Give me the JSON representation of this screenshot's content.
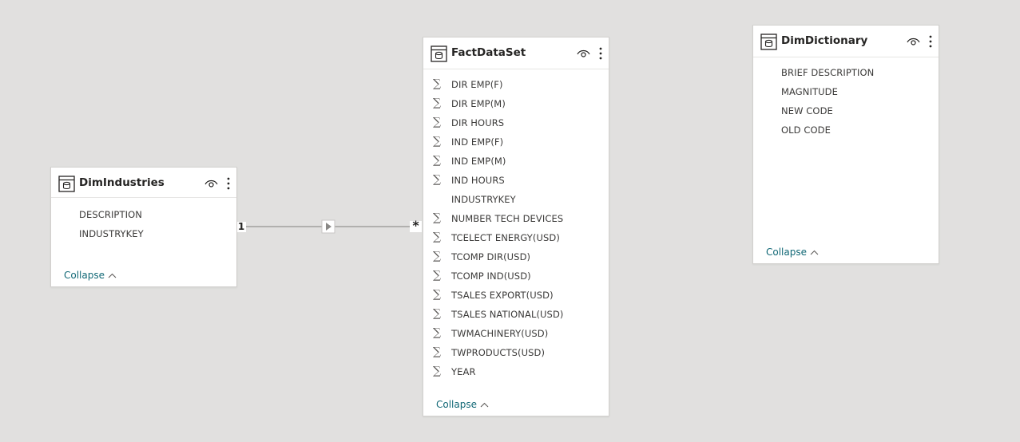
{
  "tables": {
    "industries": {
      "title": "DimIndustries",
      "fields": [
        "DESCRIPTION",
        "INDUSTRYKEY"
      ],
      "collapse_label": "Collapse"
    },
    "fact": {
      "title": "FactDataSet",
      "fields": [
        {
          "name": "DIR EMP(F)",
          "sum": true
        },
        {
          "name": "DIR EMP(M)",
          "sum": true
        },
        {
          "name": "DIR HOURS",
          "sum": true
        },
        {
          "name": "IND EMP(F)",
          "sum": true
        },
        {
          "name": "IND EMP(M)",
          "sum": true
        },
        {
          "name": "IND HOURS",
          "sum": true
        },
        {
          "name": "INDUSTRYKEY",
          "sum": false
        },
        {
          "name": "NUMBER TECH DEVICES",
          "sum": true
        },
        {
          "name": "TCELECT ENERGY(USD)",
          "sum": true
        },
        {
          "name": "TCOMP DIR(USD)",
          "sum": true
        },
        {
          "name": "TCOMP IND(USD)",
          "sum": true
        },
        {
          "name": "TSALES EXPORT(USD)",
          "sum": true
        },
        {
          "name": "TSALES NATIONAL(USD)",
          "sum": true
        },
        {
          "name": "TWMACHINERY(USD)",
          "sum": true
        },
        {
          "name": "TWPRODUCTS(USD)",
          "sum": true
        },
        {
          "name": "YEAR",
          "sum": true
        }
      ],
      "collapse_label": "Collapse"
    },
    "dictionary": {
      "title": "DimDictionary",
      "fields": [
        "BRIEF DESCRIPTION",
        "MAGNITUDE",
        "NEW CODE",
        "OLD CODE"
      ],
      "collapse_label": "Collapse"
    }
  },
  "relationship": {
    "one_side_label": "1",
    "many_side_label": "*"
  },
  "colors": {
    "canvas": "#e1e0df",
    "card": "#ffffff",
    "link": "#116876"
  }
}
